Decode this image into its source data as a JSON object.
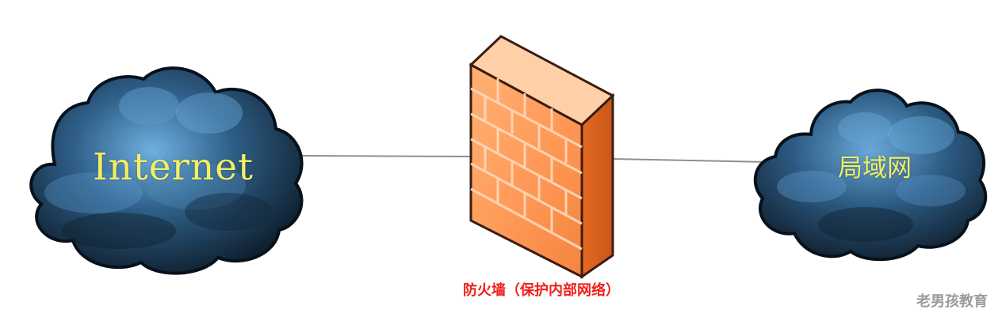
{
  "nodes": {
    "internet": {
      "label": "Internet"
    },
    "lan": {
      "label": "局域网"
    },
    "firewall": {
      "caption": "防火墙（保护内部网络）"
    }
  },
  "watermark": "老男孩教育",
  "colors": {
    "cloud_dark": "#10202f",
    "cloud_mid": "#2b5276",
    "cloud_light": "#5f9fd0",
    "cloud_text": "#f3ef63",
    "firewall_front": "#ff9b57",
    "firewall_side": "#f07a2c",
    "firewall_outline": "#3a1d10",
    "caption": "#ef1f18",
    "watermark": "#9b9b9b",
    "link": "#8f8f8f"
  }
}
